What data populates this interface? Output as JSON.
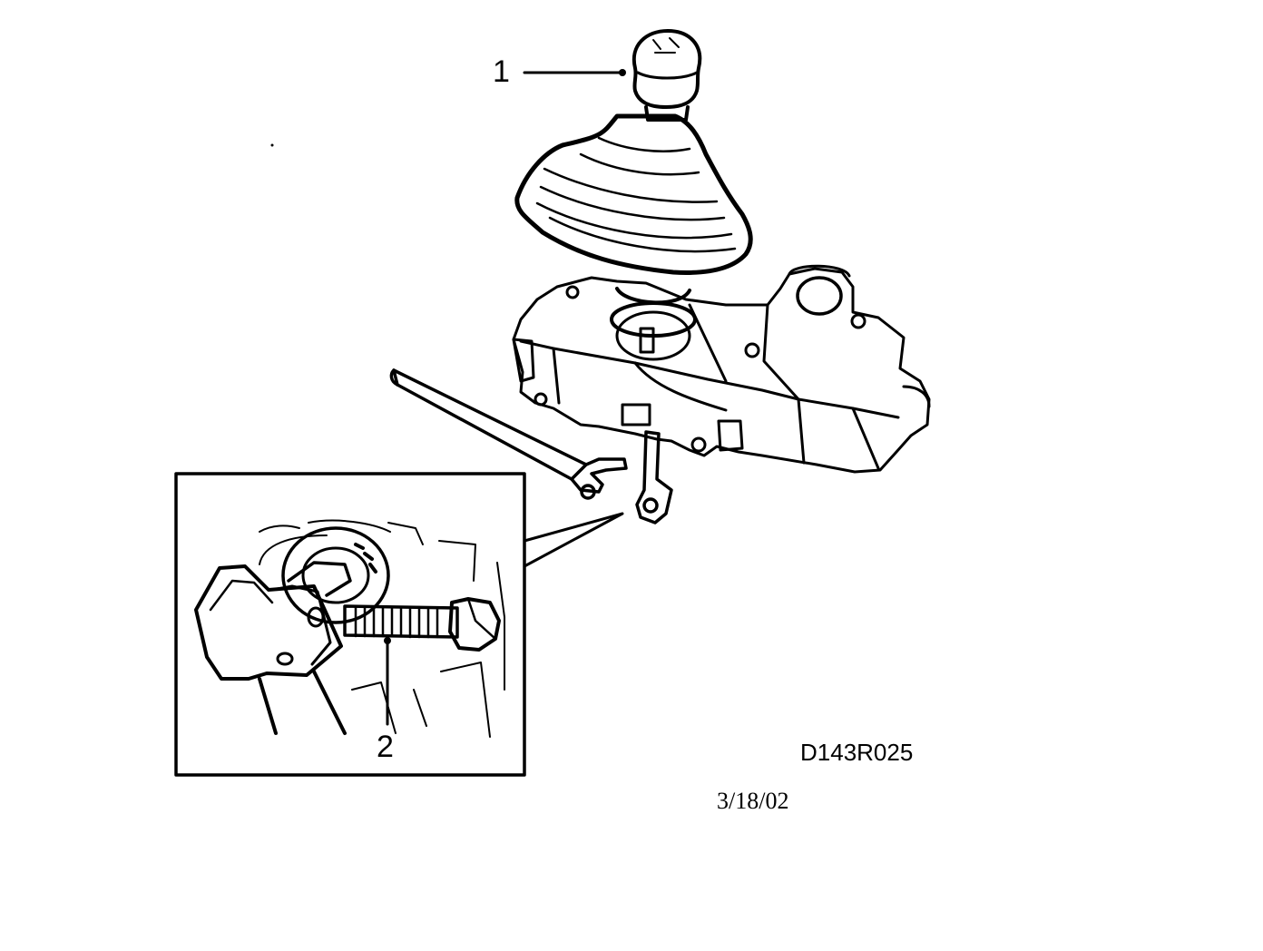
{
  "callouts": [
    {
      "number": "1",
      "part": "gear-knob"
    },
    {
      "number": "2",
      "part": "clamp-bolt"
    }
  ],
  "drawing_id": "D143R025",
  "date": "3/18/02",
  "colors": {
    "ink": "#000000",
    "paper": "#ffffff"
  }
}
